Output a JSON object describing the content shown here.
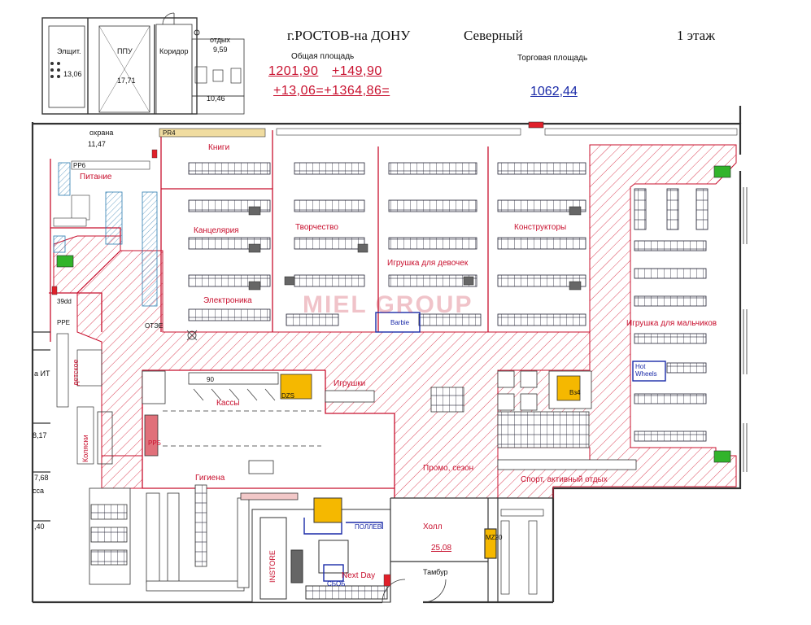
{
  "header": {
    "city": "г.РОСТОВ-на ДОНУ",
    "store": "Северный",
    "floor": "1 этаж",
    "total_area_label": "Общая площадь",
    "trade_area_label": "Торговая площадь",
    "total_area_line1a": "1201,90",
    "total_area_line1b": "+149,90",
    "total_area_line2": "+13,06=+1364,86=",
    "trade_area_value": "1062,44"
  },
  "rooms": {
    "elshit": "Элщит.",
    "elshit_area": "13,06",
    "ppu": "ППУ",
    "ppu_area": "17,71",
    "corridor": "Коридор",
    "rest": "отдых",
    "rest_area": "9,59",
    "wc_area": "10,46",
    "security": "охрана",
    "security_area": "11,47",
    "left_a": "8,17",
    "left_b": "7,68",
    "left_b_name": "сса",
    "left_c": ",40",
    "left_it": "а ИТ",
    "hall": "Холл",
    "hall_area": "25,08",
    "tambur": "Тамбур"
  },
  "zones": {
    "books": "Книги",
    "food": "Питание",
    "stationery": "Канцелярия",
    "creativity": "Творчество",
    "constructors": "Конструкторы",
    "girls_toys": "Игрушка для девочек",
    "electronics": "Электроника",
    "boys_toys": "Игрушка для мальчиков",
    "checkouts": "Кассы",
    "toys": "Игрушки",
    "promo": "Промо, сезон",
    "hygiene": "Гигиена",
    "sport": "Спорт, активный отдых",
    "instore": "INSTORE",
    "next_day": "Next Day",
    "barbie": "Barbie",
    "hot_wheels": "Hot Wheels",
    "kids": "детское",
    "carriages": "Коляски"
  },
  "labels": {
    "pr4": "PR4",
    "pr6": "PP6",
    "ddd": "39dd",
    "ppe": "PPE",
    "oe": "ОТЭЕ",
    "ppb": "PPБ",
    "delivery": "ПОЛЛЕВ",
    "cbob": "СБОБ",
    "mz20": "MZ20",
    "dzs": "DZS",
    "num90": "90",
    "cash": "Вз4"
  },
  "watermark": "MIEL GROUP",
  "colors": {
    "hatch": "#c8102e",
    "wall": "#333333",
    "accent_green": "#32b42b",
    "accent_yellow": "#f5b800",
    "accent_blue": "#1a2aa8"
  }
}
